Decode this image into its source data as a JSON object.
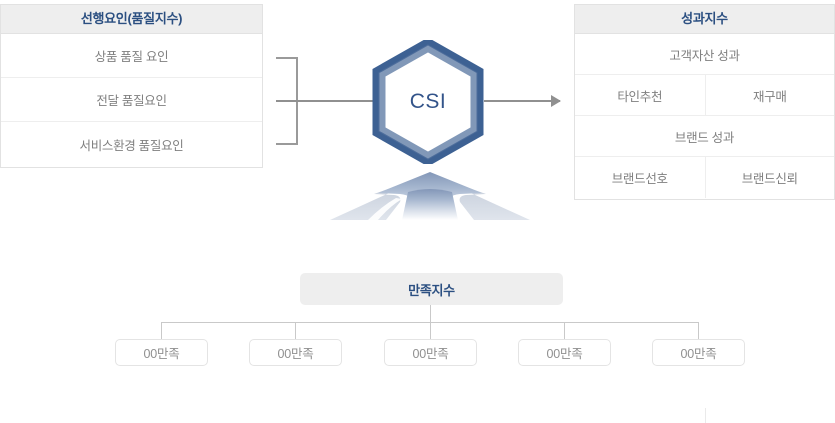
{
  "left_panel": {
    "header": "선행요인(품질지수)",
    "rows": [
      {
        "label": "상품 품질 요인"
      },
      {
        "label": "전달 품질요인"
      },
      {
        "label": "서비스환경 품질요인"
      }
    ]
  },
  "center": {
    "node_label": "CSI"
  },
  "right_panel": {
    "header": "성과지수",
    "rows": [
      {
        "cells": [
          "고객자산 성과"
        ]
      },
      {
        "cells": [
          "타인추천",
          "재구매"
        ]
      },
      {
        "cells": [
          "브랜드 성과"
        ]
      },
      {
        "cells": [
          "브랜드선호",
          "브랜드신뢰"
        ]
      }
    ]
  },
  "bottom": {
    "title": "만족지수",
    "items": [
      {
        "label": "00만족"
      },
      {
        "label": "00만족"
      },
      {
        "label": "00만족"
      },
      {
        "label": "00만족"
      },
      {
        "label": "00만족"
      }
    ]
  },
  "colors": {
    "header_text": "#2b4f81",
    "header_bg": "#eeeeee",
    "hexagon_stroke": "#3d6193",
    "hexagon_fill": "#ffffff",
    "hexagon_text": "#33548a",
    "body_text": "#808080",
    "border": "#e2e2e2",
    "connector": "#909090",
    "tree_line": "#c9c9c9",
    "fan_top": "#8ba2c4",
    "fan_bottom": "#ffffff"
  }
}
